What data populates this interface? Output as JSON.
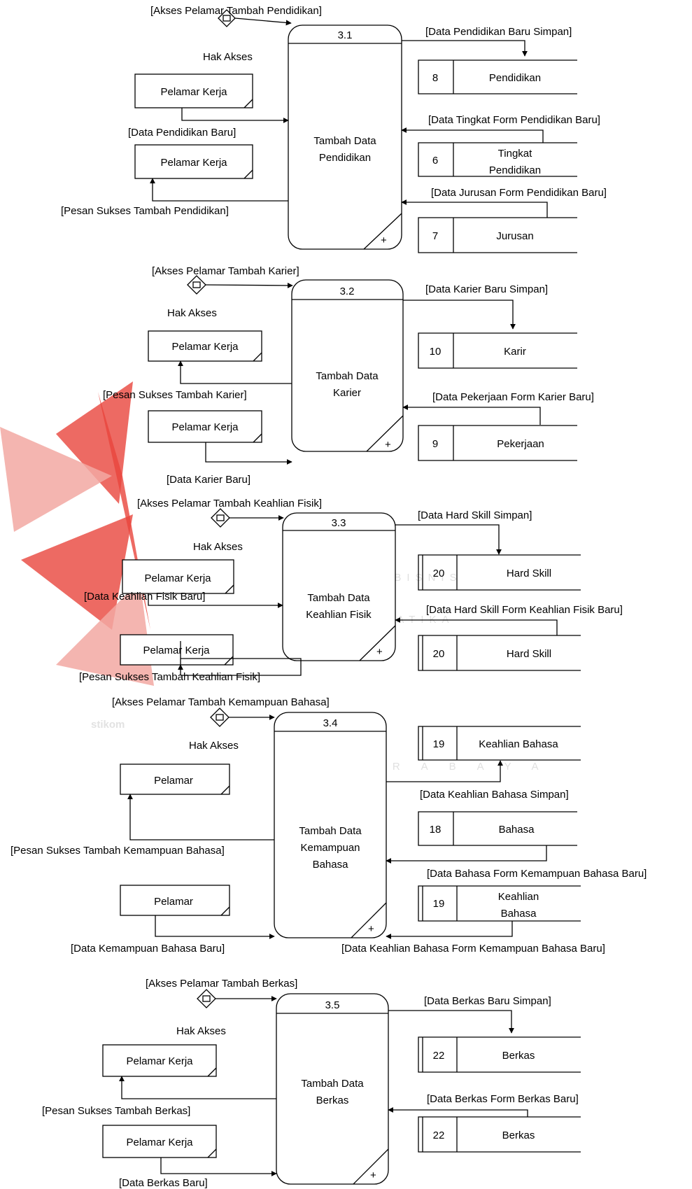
{
  "watermark": {
    "line1": "INSTITUT BISNIS",
    "line2": "& INFORMATIKA",
    "brand": "stikom",
    "city": "SURABAYA"
  },
  "labels": {
    "hak_akses": "Hak Akses",
    "pelamar_kerja": "Pelamar Kerja",
    "pelamar": "Pelamar"
  },
  "p31": {
    "id": "3.1",
    "name_line1": "Tambah Data",
    "name_line2": "Pendidikan",
    "access": "[Akses Pelamar Tambah Pendidikan]",
    "input": "[Data Pendidikan Baru]",
    "success": "[Pesan Sukses Tambah Pendidikan]",
    "store_save": "[Data Pendidikan Baru Simpan]",
    "read_a": "[Data Tingkat Form Pendidikan Baru]",
    "read_b": "[Data Jurusan Form Pendidikan Baru]",
    "stores": [
      {
        "no": "8",
        "name": "Pendidikan"
      },
      {
        "no": "6",
        "name_line1": "Tingkat",
        "name_line2": "Pendidikan"
      },
      {
        "no": "7",
        "name": "Jurusan"
      }
    ]
  },
  "p32": {
    "id": "3.2",
    "name_line1": "Tambah Data",
    "name_line2": "Karier",
    "access": "[Akses Pelamar Tambah Karier]",
    "success": "[Pesan Sukses Tambah Karier]",
    "input": "[Data Karier Baru]",
    "store_save": "[Data Karier Baru Simpan]",
    "read_a": "[Data Pekerjaan Form Karier Baru]",
    "stores": [
      {
        "no": "10",
        "name": "Karir"
      },
      {
        "no": "9",
        "name": "Pekerjaan"
      }
    ]
  },
  "p33": {
    "id": "3.3",
    "name_line1": "Tambah Data",
    "name_line2": "Keahlian Fisik",
    "access": "[Akses Pelamar Tambah Keahlian Fisik]",
    "input": "[Data Keahlian Fisik Baru]",
    "success": "[Pesan Sukses Tambah Keahlian Fisik]",
    "store_save": "[Data Hard Skill Simpan]",
    "read_a": "[Data Hard Skill Form Keahlian Fisik Baru]",
    "stores": [
      {
        "no": "20",
        "name": "Hard Skill"
      },
      {
        "no": "20",
        "name": "Hard Skill"
      }
    ]
  },
  "p34": {
    "id": "3.4",
    "name_line1": "Tambah Data",
    "name_line2": "Kemampuan",
    "name_line3": "Bahasa",
    "access": "[Akses Pelamar Tambah Kemampuan Bahasa]",
    "success": "[Pesan Sukses Tambah Kemampuan Bahasa]",
    "input": "[Data Kemampuan Bahasa Baru]",
    "store_save": "[Data Keahlian Bahasa Simpan]",
    "read_a": "[Data Bahasa Form Kemampuan Bahasa Baru]",
    "read_b": "[Data Keahlian Bahasa Form Kemampuan Bahasa Baru]",
    "stores": [
      {
        "no": "19",
        "name": "Keahlian Bahasa"
      },
      {
        "no": "18",
        "name": "Bahasa"
      },
      {
        "no": "19",
        "name_line1": "Keahlian",
        "name_line2": "Bahasa"
      }
    ]
  },
  "p35": {
    "id": "3.5",
    "name_line1": "Tambah Data",
    "name_line2": "Berkas",
    "access": "[Akses Pelamar Tambah Berkas]",
    "success": "[Pesan Sukses Tambah Berkas]",
    "input": "[Data Berkas Baru]",
    "store_save": "[Data Berkas Baru Simpan]",
    "read_a": "[Data Berkas Form Berkas Baru]",
    "stores": [
      {
        "no": "22",
        "name": "Berkas"
      },
      {
        "no": "22",
        "name": "Berkas"
      }
    ]
  }
}
